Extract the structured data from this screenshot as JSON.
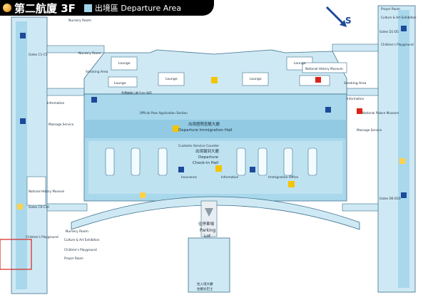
{
  "header": {
    "terminal": "第二航廈 3F",
    "area": "出境區 Departure Area",
    "legend_color": "#9fd3ea"
  },
  "compass": {
    "letter": "S",
    "icon": "compass-arrow-icon"
  },
  "colors": {
    "concourse": "#cfe9f4",
    "hall": "#a9d8ec",
    "restricted": "#7fbfdc",
    "outline": "#3a6f8c",
    "apron": "#ffffff"
  },
  "labels": {
    "nursery_room_top": "Nursery Room",
    "nursery_room_left": "Nursery Room",
    "nursery_room_bottom": "Nursery Room",
    "smoking_area_left": "Smoking Area",
    "smoking_area_right": "Smoking Area",
    "lounge_1": "Lounge",
    "lounge_2": "Lounge",
    "lounge_3": "Lounge",
    "lounge_4": "Lounge",
    "lounge_5": "Lounge",
    "national_history_museum": "National History Museum",
    "national_history_museum_left": "National History Museum",
    "national_palace_museum": "National Palace Museum",
    "culture_art_exhibition_right": "Culture & Art Exhibition",
    "culture_art_exhibition_bottom": "Culture & Art Exhibition",
    "childrens_playground_right": "Children's Playground",
    "childrens_playground_left": "Children's Playground",
    "childrens_playground_bottom": "Children's Playground",
    "prayer_room_top": "Prayer Room",
    "prayer_room_bottom": "Prayer Room",
    "gates_c1_c5": "Gates C1-C5",
    "gates_d1_d5": "Gates D1-D5",
    "gates_d6_d10": "Gates D6-D10",
    "gates_c6_c10": "Gates C6-C10",
    "information_left": "Information",
    "information_right": "Information",
    "information_center": "Information",
    "massage_service_left": "Massage Service",
    "massage_service_right": "Massage Service",
    "free_wifi": "免費無線上網 Free WiFi",
    "official_pass_app": "Official Pass Application Section",
    "immigration_hall_zh": "出境證照查驗大廳",
    "immigration_hall_en": "Departure Immigration Hall",
    "customs_service": "Customs Service Counter",
    "checkin_zh": "出境報到大廳",
    "checkin_en_1": "Departure",
    "checkin_en_2": "Check-in Hall",
    "insurance": "Insurance",
    "immigration_office": "Immigration Office",
    "parking_zh": "往停車場",
    "parking_en_1": "Parking",
    "parking_en_2": "Lot",
    "bottom_zh_1": "往入境大廳",
    "bottom_zh_2": "往觀光巴士"
  }
}
